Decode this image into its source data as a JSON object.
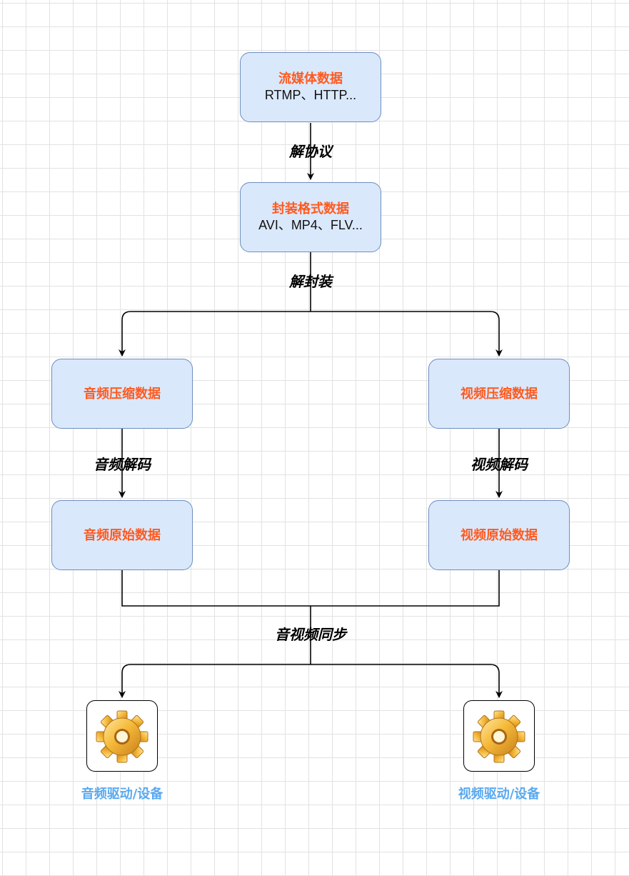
{
  "nodes": {
    "streaming": {
      "title": "流媒体数据",
      "subtitle": "RTMP、HTTP..."
    },
    "container": {
      "title": "封装格式数据",
      "subtitle": "AVI、MP4、FLV..."
    },
    "audio_compressed": {
      "title": "音频压缩数据"
    },
    "video_compressed": {
      "title": "视频压缩数据"
    },
    "audio_raw": {
      "title": "音频原始数据"
    },
    "video_raw": {
      "title": "视频原始数据"
    }
  },
  "edges": {
    "deprotocol": "解协议",
    "demux": "解封装",
    "audio_decode": "音频解码",
    "video_decode": "视频解码",
    "av_sync": "音视频同步"
  },
  "devices": {
    "audio": {
      "label": "音频驱动/设备",
      "icon": "gear-icon"
    },
    "video": {
      "label": "视频驱动/设备",
      "icon": "gear-icon"
    }
  },
  "colors": {
    "node_fill": "#dae8fc",
    "node_border": "#6c8ebf",
    "node_title": "#ff5a1f",
    "device_label": "#5aa9f0"
  }
}
